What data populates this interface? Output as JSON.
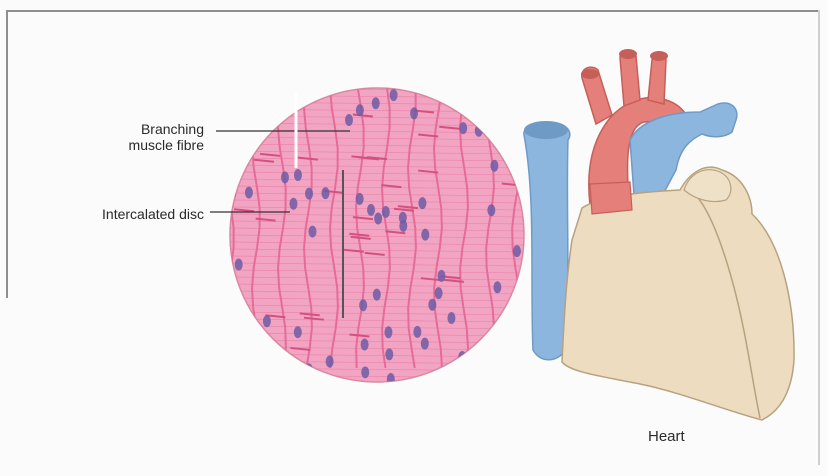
{
  "labels": {
    "branching_muscle_fibre": "Branching\nmuscle fibre",
    "intercalated_disc": "Intercalated disc",
    "heart": "Heart"
  },
  "colors": {
    "muscle_pink": "#f2a5c2",
    "muscle_lines": "#e56b98",
    "nucleus": "#6e5aa6",
    "aorta_red": "#e57f79",
    "vein_blue": "#8db6df",
    "heart_beige": "#eedcc0",
    "frame": "#8e8e8e"
  }
}
